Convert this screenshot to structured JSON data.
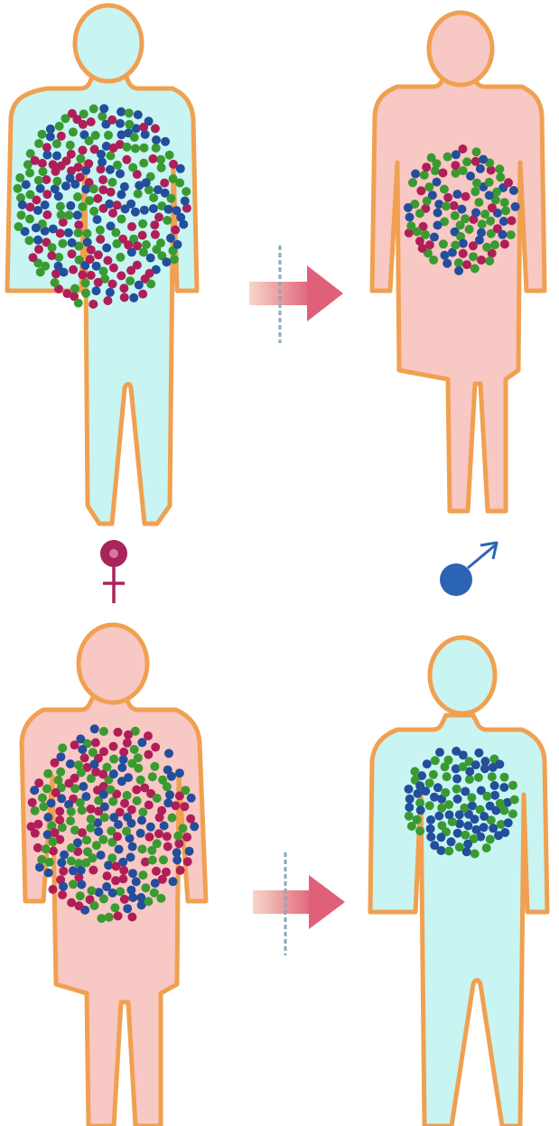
{
  "colors": {
    "background": "#ffffff",
    "outline": "#f0a050",
    "body_male": "#c8f4f2",
    "body_female": "#f8c8c4",
    "dot_red": "#b01e58",
    "dot_blue": "#234e9c",
    "dot_green": "#3a9a32",
    "female_symbol": "#a8245a",
    "male_symbol": "#2c64b4",
    "arrow_tail": "#f4c4b4",
    "arrow_head": "#e0607a",
    "barrier": "#88aab8"
  },
  "panels": [
    {
      "id": "top-left-donor",
      "sex": "male",
      "body_color": "body_male",
      "dot_mix": [
        "red",
        "blue",
        "green"
      ],
      "density": "high"
    },
    {
      "id": "top-right-recipient",
      "sex": "female",
      "body_color": "body_female",
      "dot_mix": [
        "red",
        "blue",
        "green"
      ],
      "density": "medium"
    },
    {
      "id": "bottom-left-donor",
      "sex": "female",
      "body_color": "body_female",
      "dot_mix": [
        "red",
        "blue",
        "green"
      ],
      "density": "high"
    },
    {
      "id": "bottom-right-recipient",
      "sex": "male",
      "body_color": "body_male",
      "dot_mix": [
        "blue",
        "green"
      ],
      "density": "medium"
    }
  ],
  "symbols": [
    {
      "id": "female-symbol",
      "glyph": "female",
      "color": "female_symbol"
    },
    {
      "id": "male-symbol",
      "glyph": "male",
      "color": "male_symbol"
    }
  ],
  "arrows": [
    {
      "id": "top-transfer-arrow",
      "direction": "right",
      "crossed_by_barrier": true
    },
    {
      "id": "bottom-transfer-arrow",
      "direction": "right",
      "crossed_by_barrier": true
    }
  ]
}
